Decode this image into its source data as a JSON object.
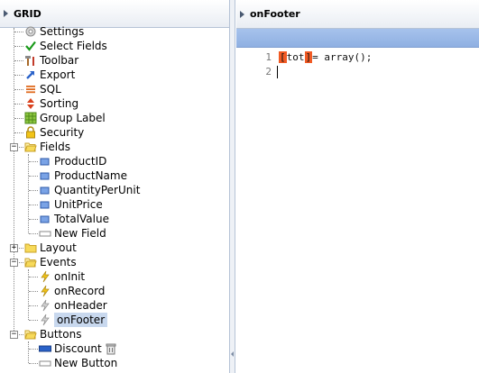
{
  "left_panel": {
    "title": "GRID"
  },
  "right_panel": {
    "title": "onFooter"
  },
  "tree": {
    "settings": "Settings",
    "select_fields": "Select Fields",
    "toolbar": "Toolbar",
    "export": "Export",
    "sql": "SQL",
    "sorting": "Sorting",
    "group_label": "Group Label",
    "security": "Security",
    "fields": "Fields",
    "field_items": [
      "ProductID",
      "ProductName",
      "QuantityPerUnit",
      "UnitPrice",
      "TotalValue",
      "New Field"
    ],
    "layout": "Layout",
    "events": "Events",
    "event_items": [
      "onInit",
      "onRecord",
      "onHeader",
      "onFooter"
    ],
    "buttons": "Buttons",
    "button_items": [
      "Discount",
      "New Button"
    ]
  },
  "editor": {
    "line_numbers": [
      "1",
      "2"
    ],
    "line1": {
      "open_bracket": "[",
      "var": "tot",
      "close_bracket": "]",
      "rest": "= array();"
    }
  },
  "colors": {
    "highlight": "#f15a24",
    "selected_bg": "#c8d8ee",
    "toolbar_blue": "#9bb9e8"
  }
}
